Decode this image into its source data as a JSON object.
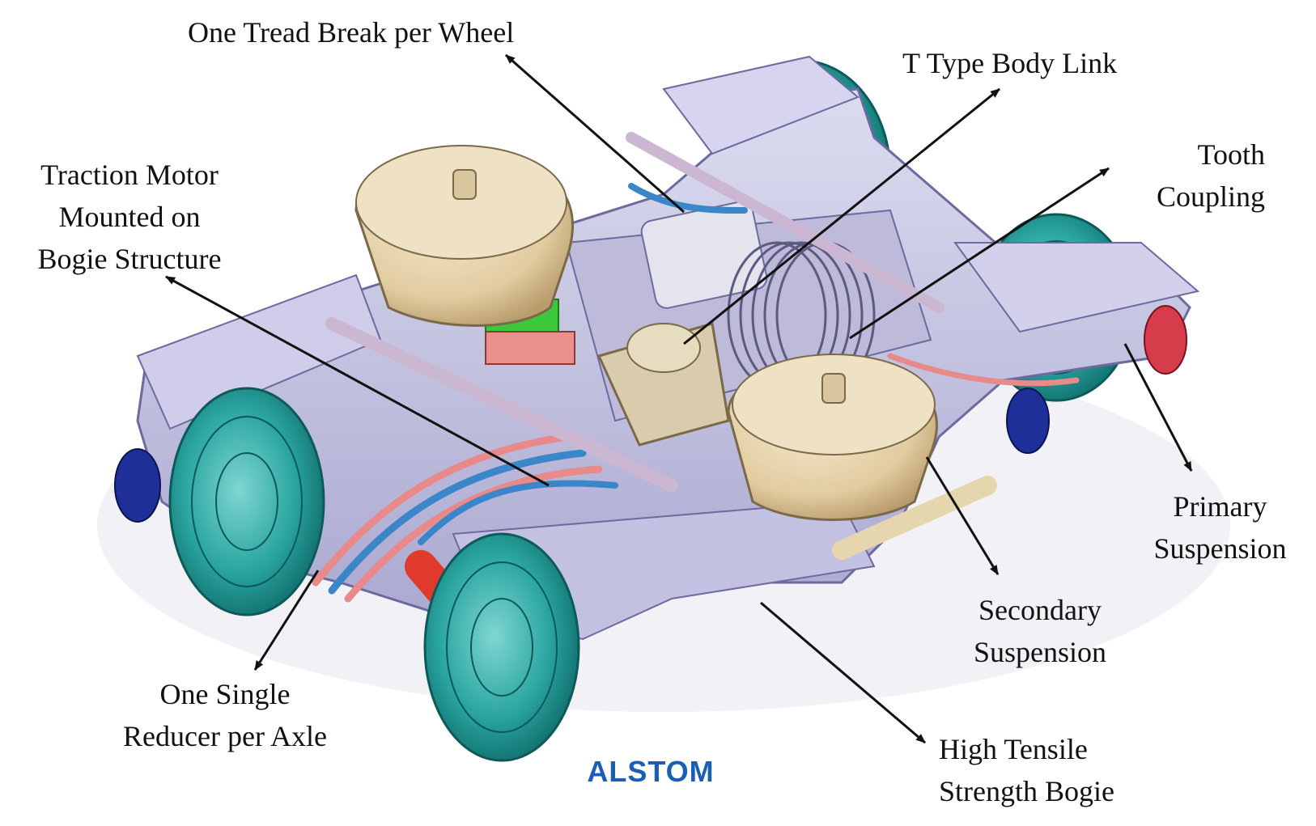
{
  "labels": {
    "tread_brake": [
      "One Tread Break per Wheel"
    ],
    "body_link": [
      "T Type Body Link"
    ],
    "tooth_coupling": [
      "Tooth",
      "Coupling"
    ],
    "traction_motor": [
      "Traction Motor",
      "Mounted on",
      "Bogie Structure"
    ],
    "primary_suspension": [
      "Primary",
      "Suspension"
    ],
    "secondary_suspension": [
      "Secondary",
      "Suspension"
    ],
    "single_reducer": [
      "One Single",
      "Reducer per Axle"
    ],
    "bogie_frame": [
      "High Tensile",
      "Strength Bogie"
    ]
  },
  "brand": "ALSTOM",
  "colors": {
    "frame": "#c9c8e6",
    "frame_dark": "#9d9bc8",
    "wheel": "#2aa5a0",
    "motor": "#e8d5ad",
    "axle_tube": "#e03a2c",
    "brand": "#1a5fb4",
    "arrow": "#111111"
  }
}
